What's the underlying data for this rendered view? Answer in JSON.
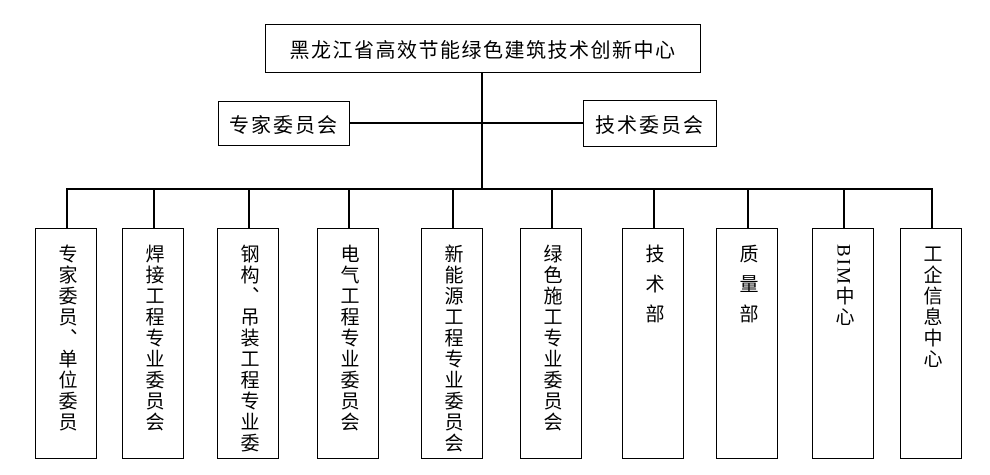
{
  "org": {
    "root": "黑龙江省高效节能绿色建筑技术创新中心",
    "committees": [
      {
        "label": "专家委员会"
      },
      {
        "label": "技术委员会"
      }
    ],
    "departments": [
      {
        "label": "专家委员、单位委员"
      },
      {
        "label": "焊接工程专业委员会"
      },
      {
        "label": "钢构、吊装工程专业委"
      },
      {
        "label": "电气工程专业委员会"
      },
      {
        "label": "新能源工程专业委员会"
      },
      {
        "label": "绿色施工专业委员会"
      },
      {
        "label": "技术部"
      },
      {
        "label": "质量部"
      },
      {
        "label": "BIM中心"
      },
      {
        "label": "工企信息中心"
      }
    ]
  },
  "colors": {
    "line": "#000000",
    "border": "#000000",
    "background": "#ffffff",
    "text": "#000000"
  }
}
